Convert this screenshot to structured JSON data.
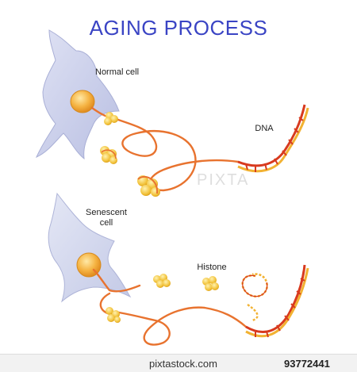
{
  "title": "AGING PROCESS",
  "labels": {
    "normal_cell": "Normal cell",
    "dna": "DNA",
    "senescent_cell": "Senescent cell",
    "histone": "Histone"
  },
  "watermark": "PIXTA",
  "footer": {
    "site": "pixtastock.com",
    "image_number": "93772441"
  },
  "colors": {
    "title": "#3a44c4",
    "normal_cell": "#c9cde9",
    "senescent_cell": "#cfd4ea",
    "nucleus": "#f5b342",
    "dna_strand": "#e8732f",
    "histone": "#f2c23a",
    "dna_helix_red": "#d83a1e",
    "dna_helix_yellow": "#f2b232"
  }
}
